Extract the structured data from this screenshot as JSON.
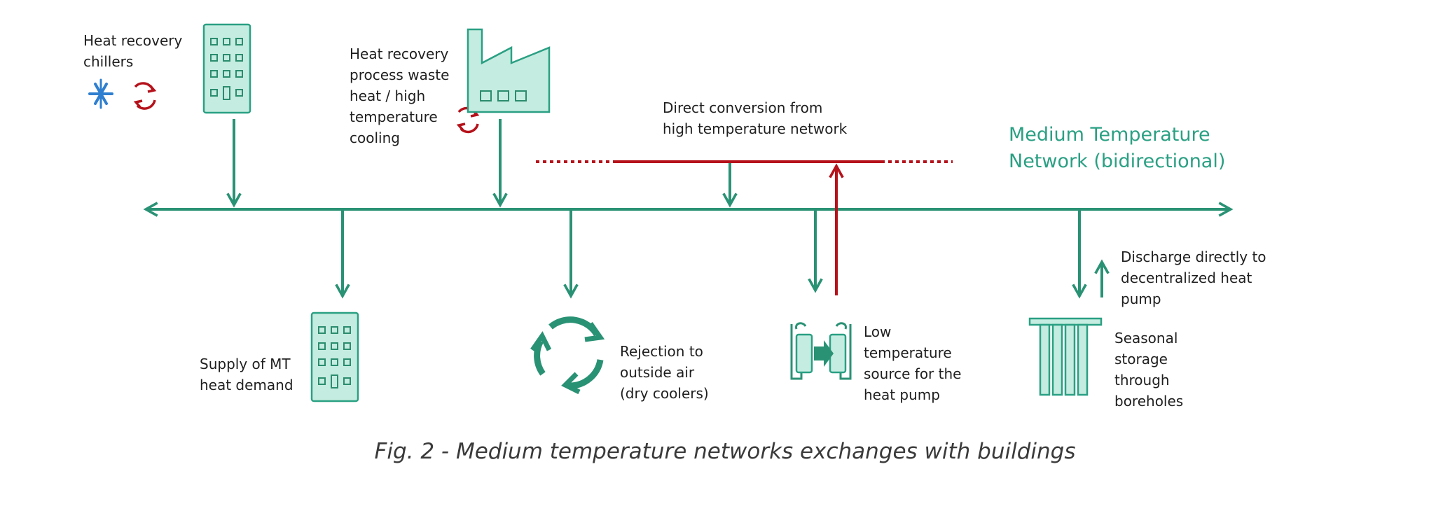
{
  "labels": {
    "heat_recovery_chillers": [
      "Heat recovery",
      "chillers"
    ],
    "process_waste_heat": [
      "Heat recovery",
      "process waste",
      "heat / high",
      "temperature",
      "cooling"
    ],
    "direct_conversion": [
      "Direct conversion from",
      "high temperature network"
    ],
    "network_title": [
      "Medium Temperature",
      "Network (bidirectional)"
    ],
    "supply_mt": [
      "Supply of MT",
      "heat demand"
    ],
    "rejection_air": [
      "Rejection to",
      "outside air",
      "(dry coolers)"
    ],
    "low_temp_source": [
      "Low",
      "temperature",
      "source for the",
      "heat pump"
    ],
    "discharge": [
      "Discharge directly to",
      "decentralized heat",
      "pump"
    ],
    "seasonal_storage": [
      "Seasonal",
      "storage",
      "through",
      "boreholes"
    ]
  },
  "caption": "Fig. 2 - Medium temperature networks exchanges with buildings",
  "colors": {
    "network_green": "#2a9274",
    "light_green": "#c5ece0",
    "high_temp_red": "#b5121b",
    "title_green": "#2aa083",
    "snowflake_blue": "#2f7fd0"
  }
}
